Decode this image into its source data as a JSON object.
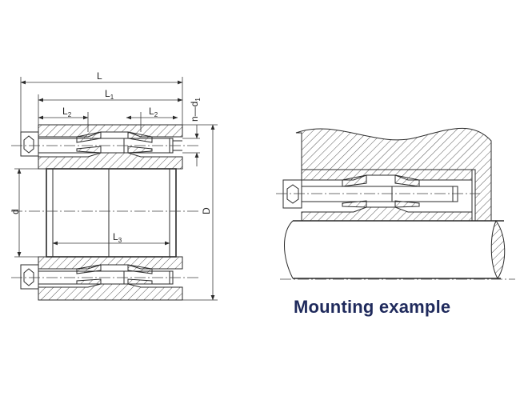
{
  "dimensions": {
    "L": "L",
    "L1": "L",
    "L1_sub": "1",
    "L2_left": "L",
    "L2_left_sub": "2",
    "L2_right": "L",
    "L2_right_sub": "2",
    "L3": "L",
    "L3_sub": "3",
    "d": "d",
    "D": "D",
    "n_d1": "n—d",
    "n_d1_sub": "1"
  },
  "caption": "Mounting example",
  "colors": {
    "line": "#2b2b2b",
    "caption": "#1f2a5c",
    "background": "#ffffff"
  }
}
